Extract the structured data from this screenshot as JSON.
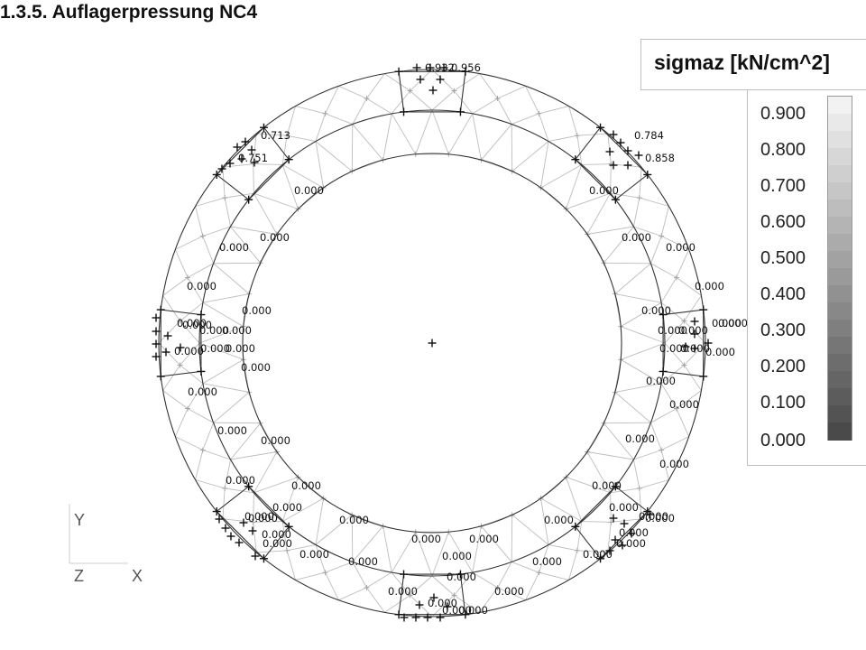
{
  "page": {
    "title": "1.3.5. Auflagerpressung NC4"
  },
  "legend": {
    "title": "sigmaz [kN/cm^2]",
    "ticks": [
      "0.900",
      "0.800",
      "0.700",
      "0.600",
      "0.500",
      "0.400",
      "0.300",
      "0.200",
      "0.100",
      "0.000"
    ],
    "levels": 20,
    "color_top": "#f2f2f2",
    "color_bottom": "#4a4a4a"
  },
  "axes": {
    "y_label": "Y",
    "z_label": "Z",
    "x_label": "X"
  },
  "stress_labels": [
    "0.932",
    "0.956",
    "0.713",
    "0.751",
    "0.784",
    "0.858",
    "0.000",
    "0.000",
    "0.000",
    "0.000",
    "0.000",
    "0.000",
    "0.000",
    "0.000",
    "0.000",
    "0.000",
    "0.000",
    "0.000",
    "0.000",
    "0.000",
    "0.000",
    "0.000",
    "0.000",
    "0.000",
    "0.000",
    "0.000",
    "0.000",
    "0.000",
    "0.000",
    "0.000",
    "0.000",
    "0.000",
    "0.000",
    "0.000",
    "0.000",
    "0.000",
    "0.000",
    "0.000",
    "0.000",
    "0.000",
    "0.000",
    "0.000",
    "0.000",
    "0.000",
    "0.000",
    "0.000",
    "0.000",
    "0.000",
    "0.000",
    "0.000",
    "0.000",
    "0.000",
    "0.000",
    "0.000",
    "0.000",
    "0.000",
    "0.000",
    "0.000",
    "0.000",
    "0.000",
    "0.000",
    "0.000",
    "0.000",
    "0.000",
    "0.000",
    "0.000"
  ],
  "colors": {
    "outline": "#333333",
    "mesh": "#bdbdbd",
    "marker": "#111111"
  }
}
